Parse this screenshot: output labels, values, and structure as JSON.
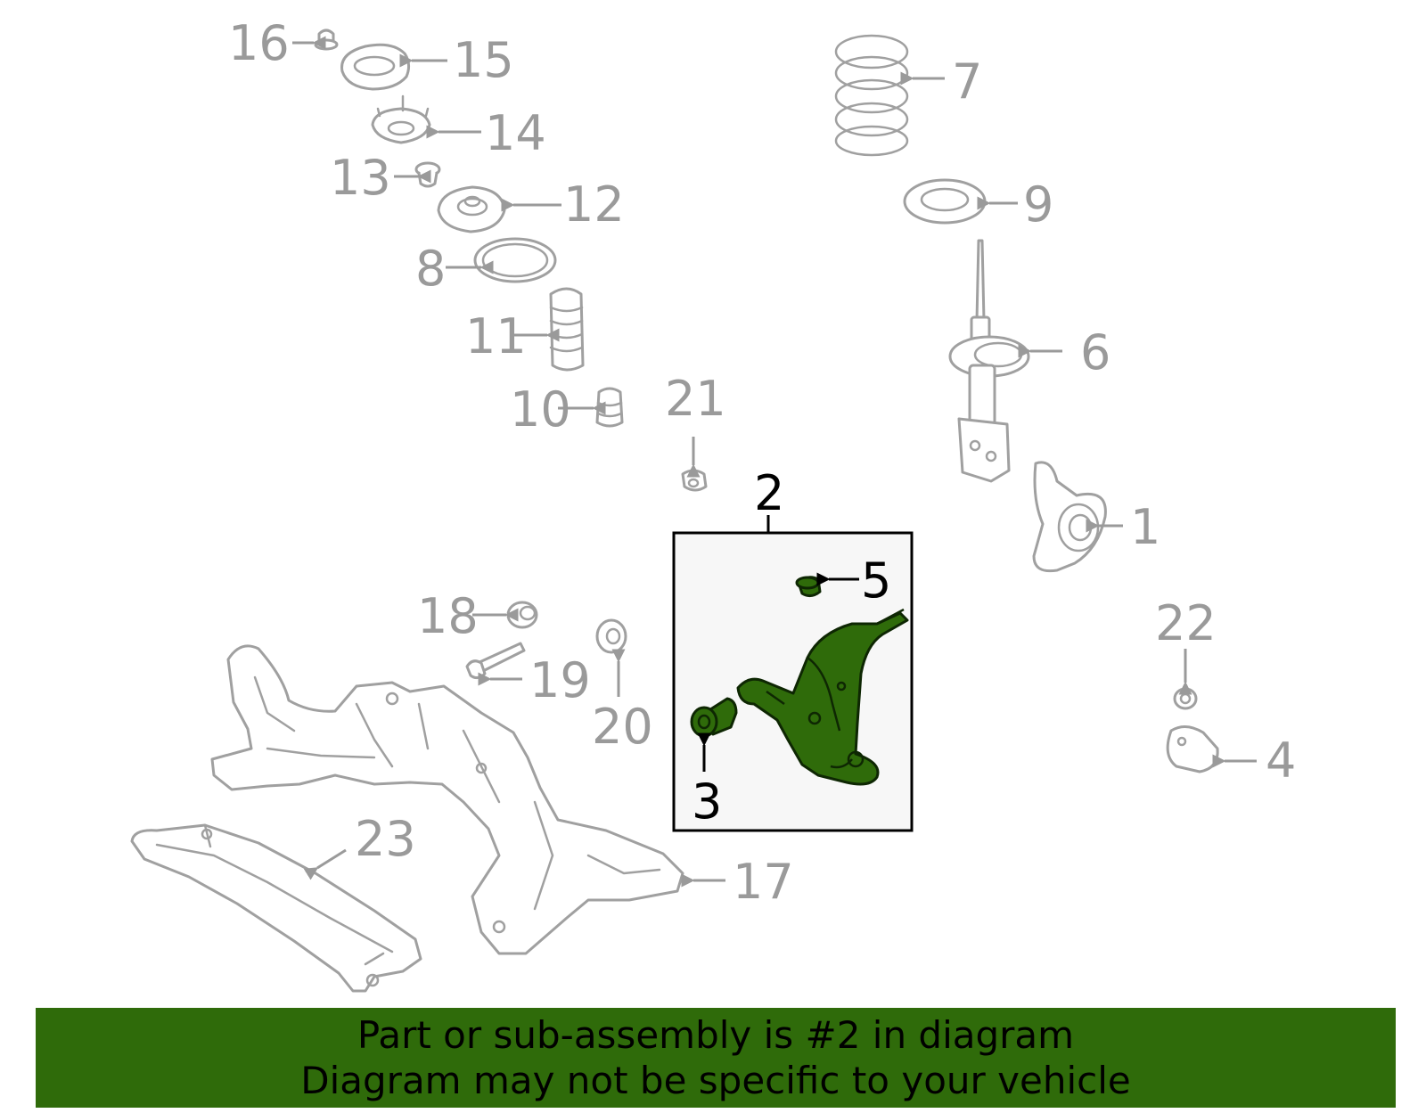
{
  "callouts": {
    "c1": "1",
    "c2": "2",
    "c3": "3",
    "c4": "4",
    "c5": "5",
    "c6": "6",
    "c7": "7",
    "c8": "8",
    "c9": "9",
    "c10": "10",
    "c11": "11",
    "c12": "12",
    "c13": "13",
    "c14": "14",
    "c15": "15",
    "c16": "16",
    "c17": "17",
    "c18": "18",
    "c19": "19",
    "c20": "20",
    "c21": "21",
    "c22": "22",
    "c23": "23"
  },
  "highlighted_part": "2",
  "colors": {
    "highlight_green": "#2f6b0a",
    "part_outline_gray": "#a0a0a0",
    "inset_background": "#f7f7f7"
  },
  "banner": {
    "line1": "Part or sub-assembly is #2 in diagram",
    "line2": "Diagram may not be specific to your vehicle"
  }
}
